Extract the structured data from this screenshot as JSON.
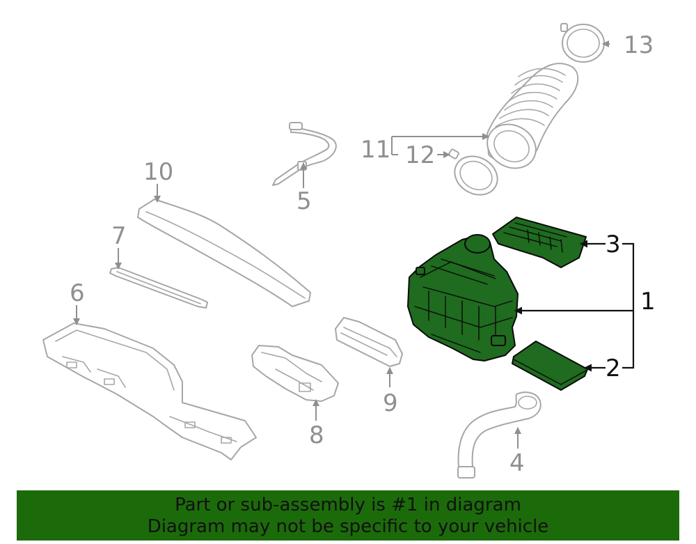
{
  "callouts": {
    "c1": "1",
    "c2": "2",
    "c3": "3",
    "c4": "4",
    "c5": "5",
    "c6": "6",
    "c7": "7",
    "c8": "8",
    "c9": "9",
    "c10": "10",
    "c11": "11",
    "c12": "12",
    "c13": "13"
  },
  "banner": {
    "line1": "Part or sub-assembly is #1 in diagram",
    "line2": "Diagram may not be specific to your vehicle"
  },
  "colors": {
    "highlight": "#1f6b1f",
    "banner": "#1c6b0b",
    "line_art": "#a6a6a6"
  }
}
